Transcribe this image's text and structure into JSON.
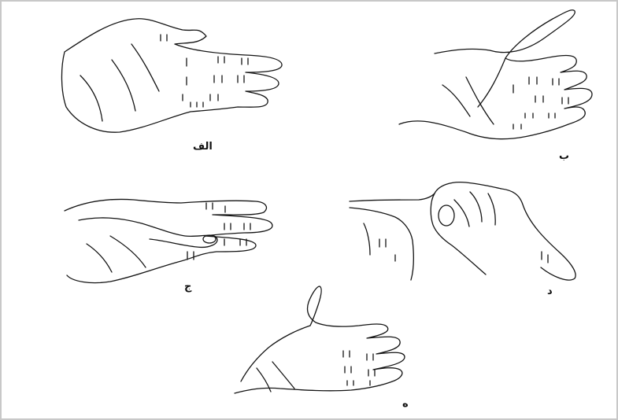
{
  "figure": {
    "labels": {
      "a": "الف",
      "b": "ب",
      "c": "ج",
      "d": "د",
      "e": "ه"
    }
  },
  "colors": {
    "stroke": "#141414",
    "border": "#c8c8c8",
    "background": "#ffffff"
  }
}
